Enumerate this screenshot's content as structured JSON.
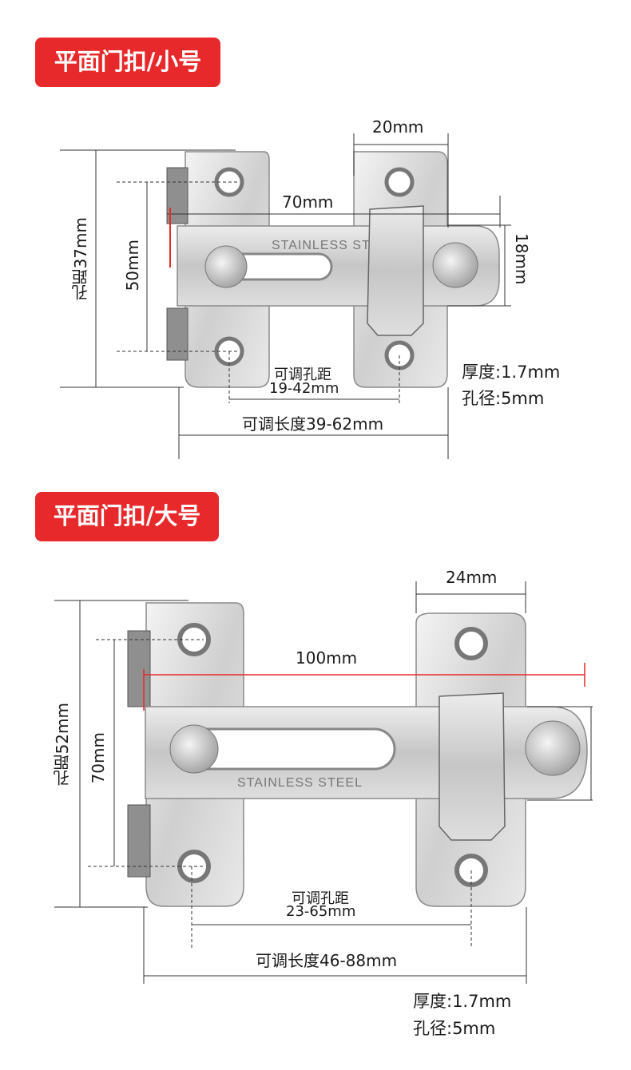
{
  "small": {
    "badge": "平面门扣/小号",
    "top_width": "20mm",
    "length": "70mm",
    "bar_height": "18mm",
    "hole_distance": "孔距37mm",
    "height": "50mm",
    "adjust_hole_label": "可调孔距",
    "adjust_hole_range": "19-42mm",
    "adjust_length": "可调长度39-62mm",
    "thickness": "厚度:1.7mm",
    "hole_diameter": "孔径:5mm",
    "stamp": "STAINLESS ST"
  },
  "large": {
    "badge": "平面门扣/大号",
    "top_width": "24mm",
    "length": "100mm",
    "hole_distance": "孔距52mm",
    "height": "70mm",
    "adjust_hole_label": "可调孔距",
    "adjust_hole_range": "23-65mm",
    "adjust_length": "可调长度46-88mm",
    "thickness": "厚度:1.7mm",
    "hole_diameter": "孔径:5mm",
    "stamp": "STAINLESS STEEL"
  }
}
